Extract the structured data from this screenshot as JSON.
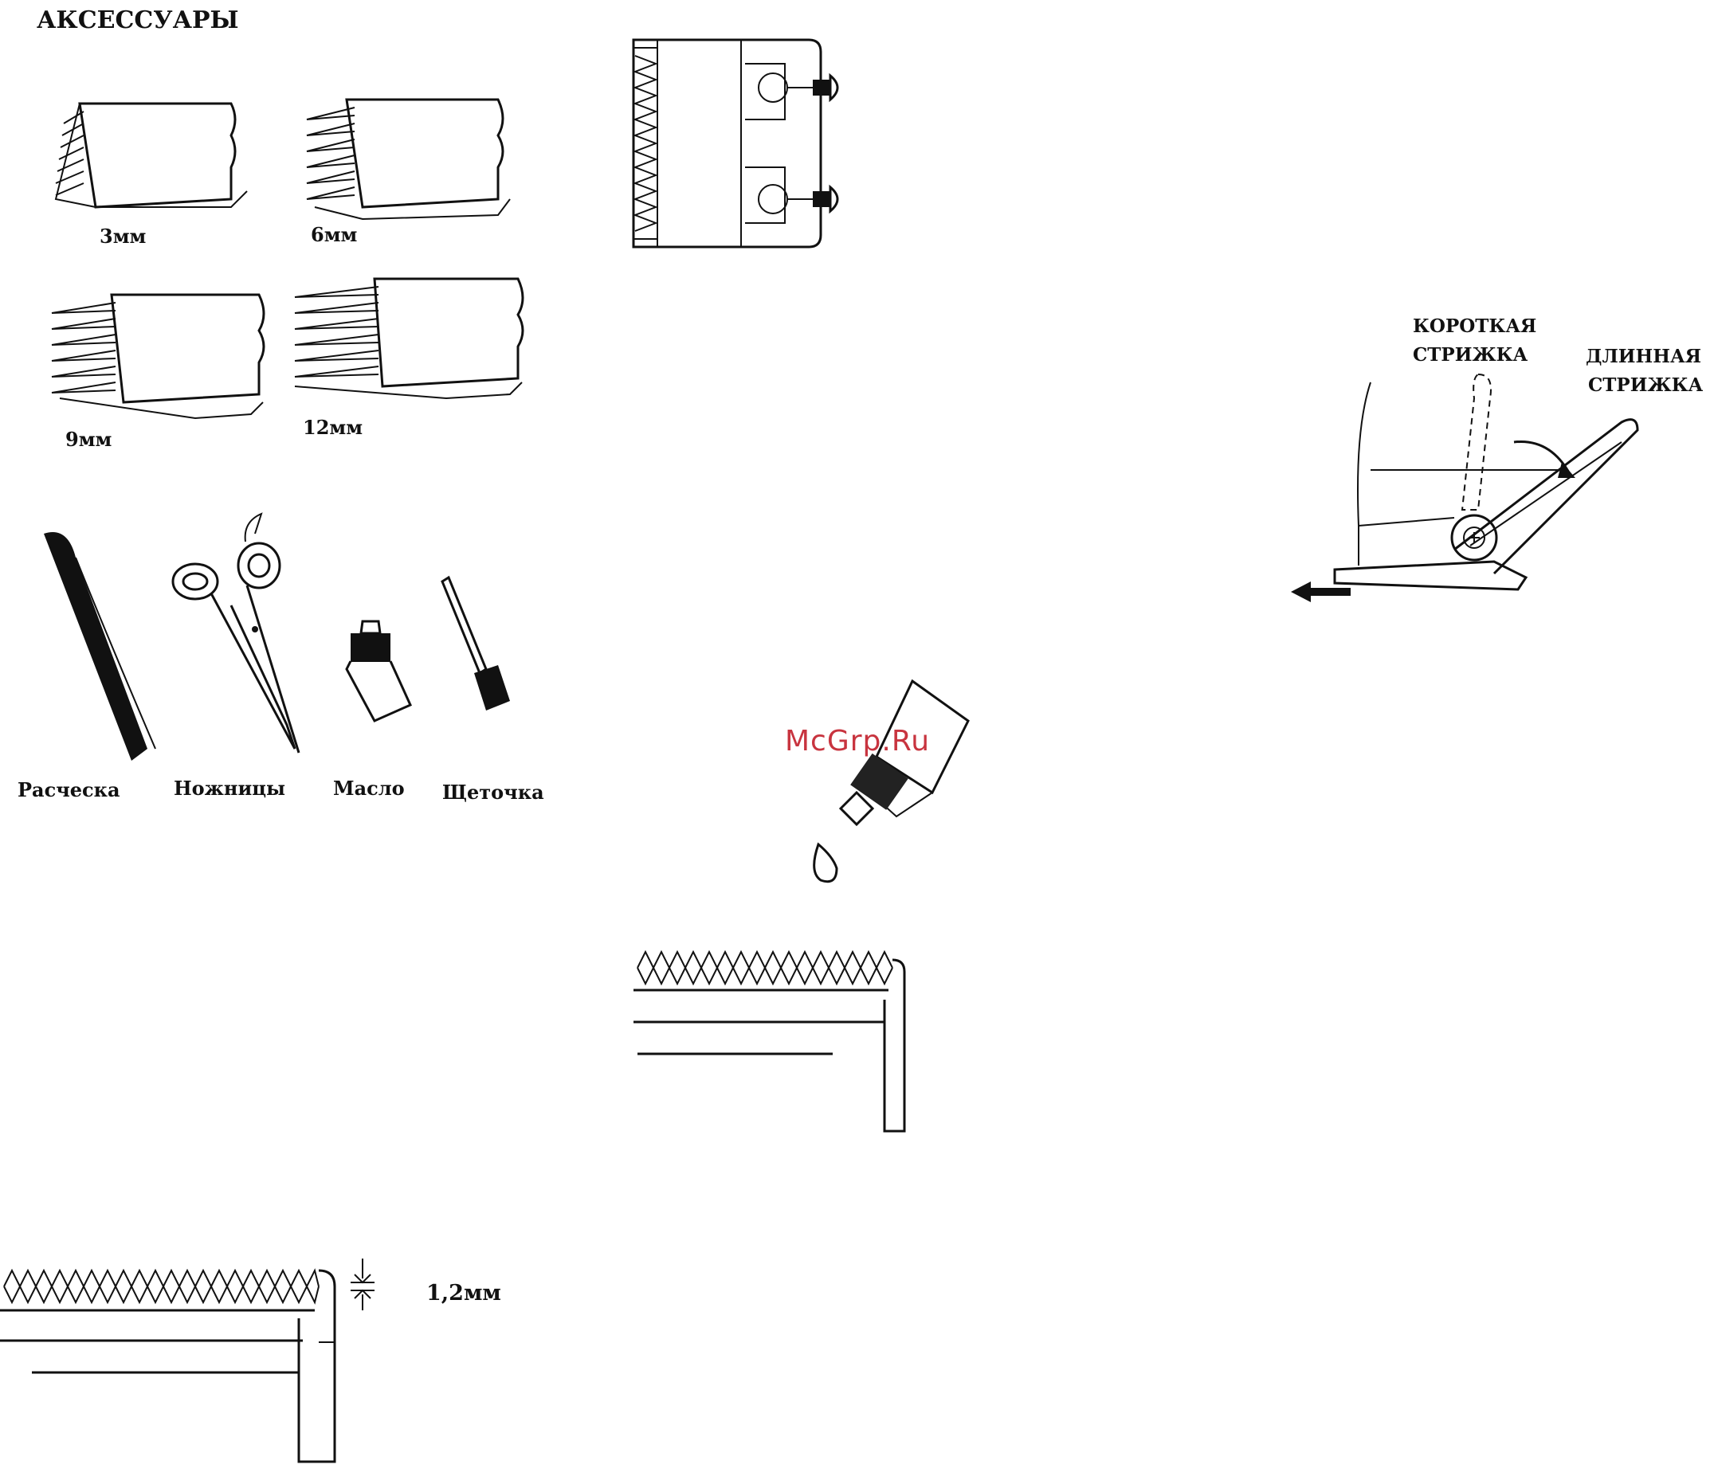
{
  "page": {
    "title": "АКСЕССУАРЫ",
    "watermark": "McGrp.Ru"
  },
  "combs": [
    {
      "label": "3мм"
    },
    {
      "label": "6мм"
    },
    {
      "label": "9мм"
    },
    {
      "label": "12мм"
    }
  ],
  "tools": [
    {
      "label": "Расческа",
      "icon": "comb-icon"
    },
    {
      "label": "Ножницы",
      "icon": "scissors-icon"
    },
    {
      "label": "Масло",
      "icon": "oil-bottle-icon"
    },
    {
      "label": "Щеточка",
      "icon": "brush-icon"
    }
  ],
  "lever": {
    "short_line1": "КОРОТКАЯ",
    "short_line2": "СТРИЖКА",
    "long_line1": "ДЛИННАЯ",
    "long_line2": "СТРИЖКА"
  },
  "gap_diagram": {
    "measure": "1,2мм"
  },
  "colors": {
    "ink": "#111111",
    "watermark": "#c8343f",
    "background": "#ffffff"
  }
}
